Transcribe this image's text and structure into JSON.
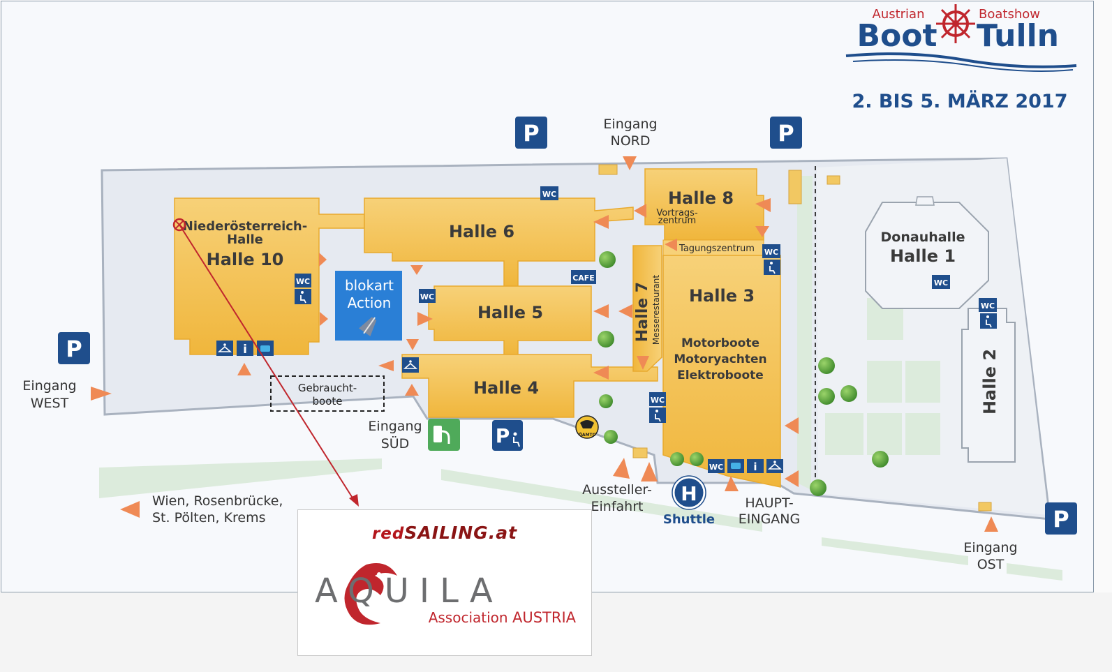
{
  "header": {
    "brand_left": "Austrian",
    "brand_right": "Boatshow",
    "logo_word1": "Boot",
    "logo_word2": "Tulln",
    "dates": "2. BIS 5. MÄRZ 2017"
  },
  "halls": {
    "halle10_top": "Niederösterreich-",
    "halle10_mid": "Halle",
    "halle10": "Halle 10",
    "blokart1": "blokart",
    "blokart2": "Action",
    "halle6": "Halle 6",
    "halle5": "Halle 5",
    "halle4": "Halle 4",
    "halle8": "Halle 8",
    "vortrag1": "Vortrags-",
    "vortrag2": "zentrum",
    "tagung": "Tagungszentrum",
    "halle7": "Halle 7",
    "messerestaurant": "Messerestaurant",
    "halle3": "Halle 3",
    "halle3_line1": "Motorboote",
    "halle3_line2": "Motoryachten",
    "halle3_line3": "Elektroboote",
    "donau1": "Donauhalle",
    "donau2": "Halle 1",
    "halle2": "Halle 2",
    "gebraucht1": "Gebraucht-",
    "gebraucht2": "boote"
  },
  "entrances": {
    "nord1": "Eingang",
    "nord2": "NORD",
    "west1": "Eingang",
    "west2": "WEST",
    "sued1": "Eingang",
    "sued2": "SÜD",
    "ost1": "Eingang",
    "ost2": "OST",
    "aussteller1": "Aussteller-",
    "aussteller2": "Einfahrt",
    "haupt1": "HAUPT-",
    "haupt2": "EINGANG",
    "shuttle": "Shuttle",
    "shuttle_letter": "H"
  },
  "directions": {
    "line1": "Wien, Rosenbrücke,",
    "line2": "St. Pölten, Krems"
  },
  "symbols": {
    "parking": "P",
    "wc": "WC",
    "cafe": "CAFE",
    "info": "i",
    "oeamtc": "ÖAMTC"
  },
  "sponsor": {
    "red_part": "red",
    "sailing_part": "SAILING.at",
    "aquila": "AQUILA",
    "association": "Association",
    "austria": "AUSTRIA"
  },
  "colors": {
    "hall": "#f5c451",
    "hall_edge": "#e8a92e",
    "ground": "#e4e8ef",
    "grass": "#dcebdc",
    "sign_blue": "#1f4e8c",
    "arrow": "#ef8a55",
    "blokart": "#2a7fd6",
    "pointer": "#c0262d"
  }
}
